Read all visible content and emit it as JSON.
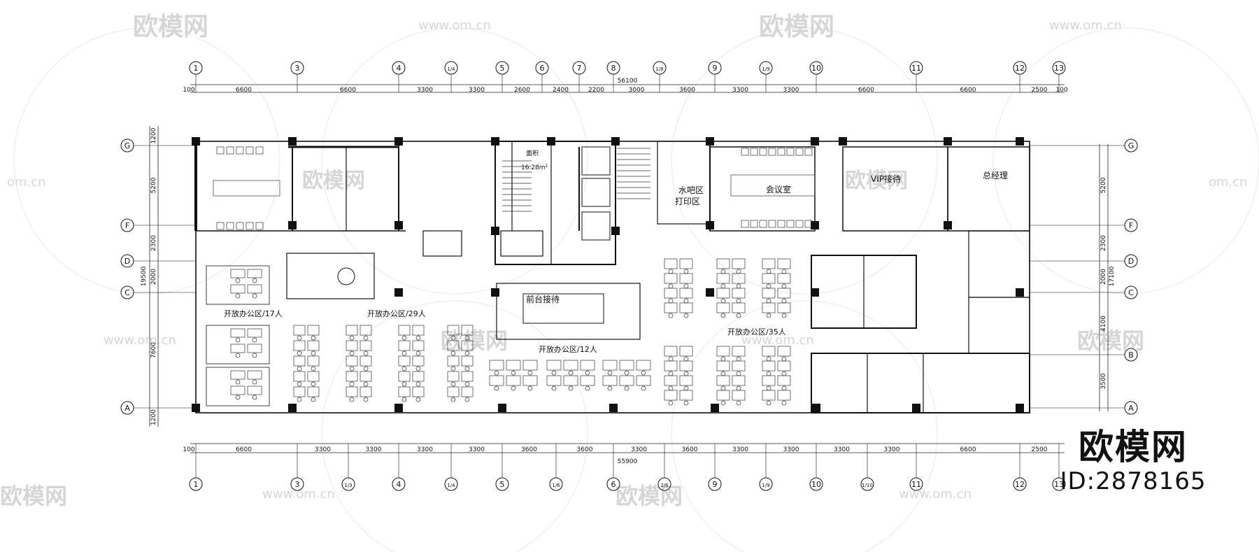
{
  "watermark": {
    "logo_text": "欧模网",
    "url_text": "www.om.cn",
    "url_short": "om.cn"
  },
  "brand": {
    "logo": "欧模网",
    "id_label": "ID:2878165"
  },
  "grid": {
    "columns_top": [
      "1",
      "3",
      "4",
      "1/4",
      "5",
      "6",
      "7",
      "8",
      "1/8",
      "9",
      "1/9",
      "10",
      "11",
      "12",
      "13"
    ],
    "columns_bottom": [
      "1",
      "3",
      "1/3",
      "4",
      "1/4",
      "5",
      "1/6",
      "6",
      "2/6",
      "9",
      "1/9",
      "10",
      "1/10",
      "11",
      "12",
      "13"
    ],
    "rows_left": [
      "G",
      "F",
      "D",
      "C",
      "A"
    ],
    "rows_right": [
      "G",
      "F",
      "D",
      "C",
      "B",
      "A"
    ]
  },
  "dimensions": {
    "top_total": "56100",
    "top_segments": [
      "100",
      "6600",
      "6600",
      "3300",
      "3300",
      "2600",
      "2400",
      "2200",
      "3000",
      "3600",
      "3300",
      "3300",
      "6600",
      "6600",
      "2500",
      "100"
    ],
    "bottom_total": "55900",
    "bottom_segments": [
      "100",
      "6600",
      "3300",
      "3300",
      "3300",
      "3300",
      "3600",
      "3600",
      "3300",
      "3600",
      "3300",
      "3300",
      "3300",
      "3300",
      "6600",
      "2500"
    ],
    "left_total": "19500",
    "left_segments": [
      "1200",
      "5200",
      "2300",
      "2000",
      "7600",
      "1200"
    ],
    "right_total": "17100",
    "right_segments": [
      "5200",
      "2300",
      "2000",
      "4100",
      "3500"
    ]
  },
  "rooms": {
    "open_office_17": "开放办公区/17人",
    "open_office_29": "开放办公区/29人",
    "open_office_12": "开放办公区/12人",
    "open_office_35": "开放办公区/35人",
    "reception": "前台接待",
    "water_bar": "水吧区",
    "print_area": "打印区",
    "meeting": "会议室",
    "vip": "VIP接待",
    "gm_office": "总经理",
    "stair_area": "面积",
    "stair_area_value": "16.28m²"
  }
}
